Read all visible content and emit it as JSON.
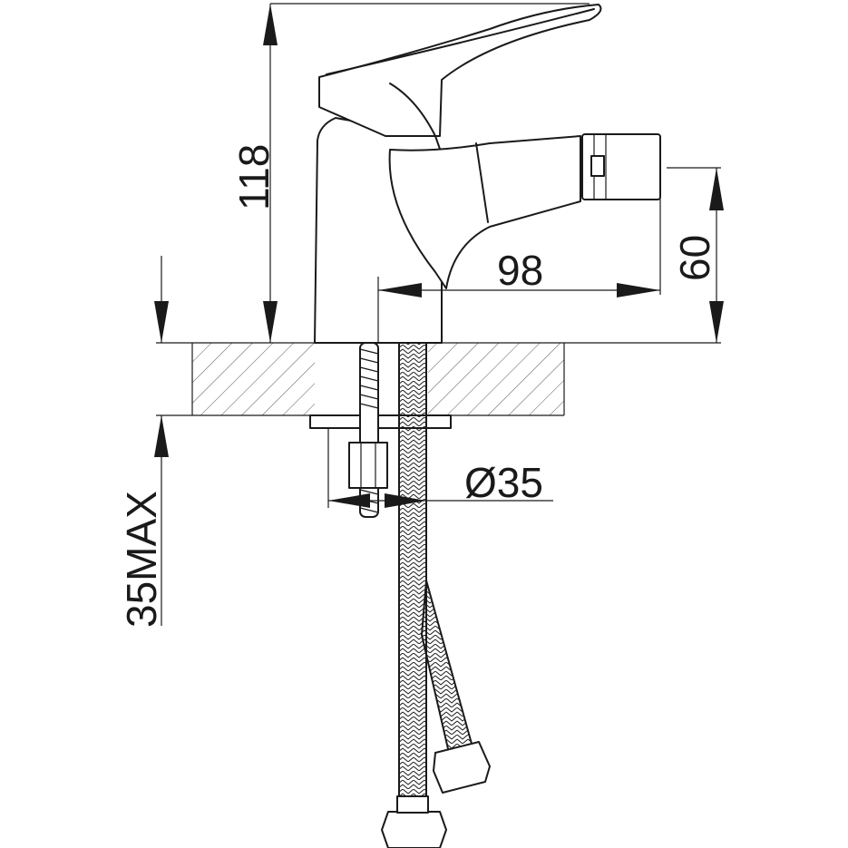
{
  "dimensions": {
    "height_total": "118",
    "spout_reach": "98",
    "spout_height": "60",
    "hole_diameter": "Ø35",
    "max_deck_thickness": "35MAX"
  },
  "colors": {
    "line": "#1a1a1a",
    "background": "#ffffff",
    "hatch": "#555555"
  }
}
